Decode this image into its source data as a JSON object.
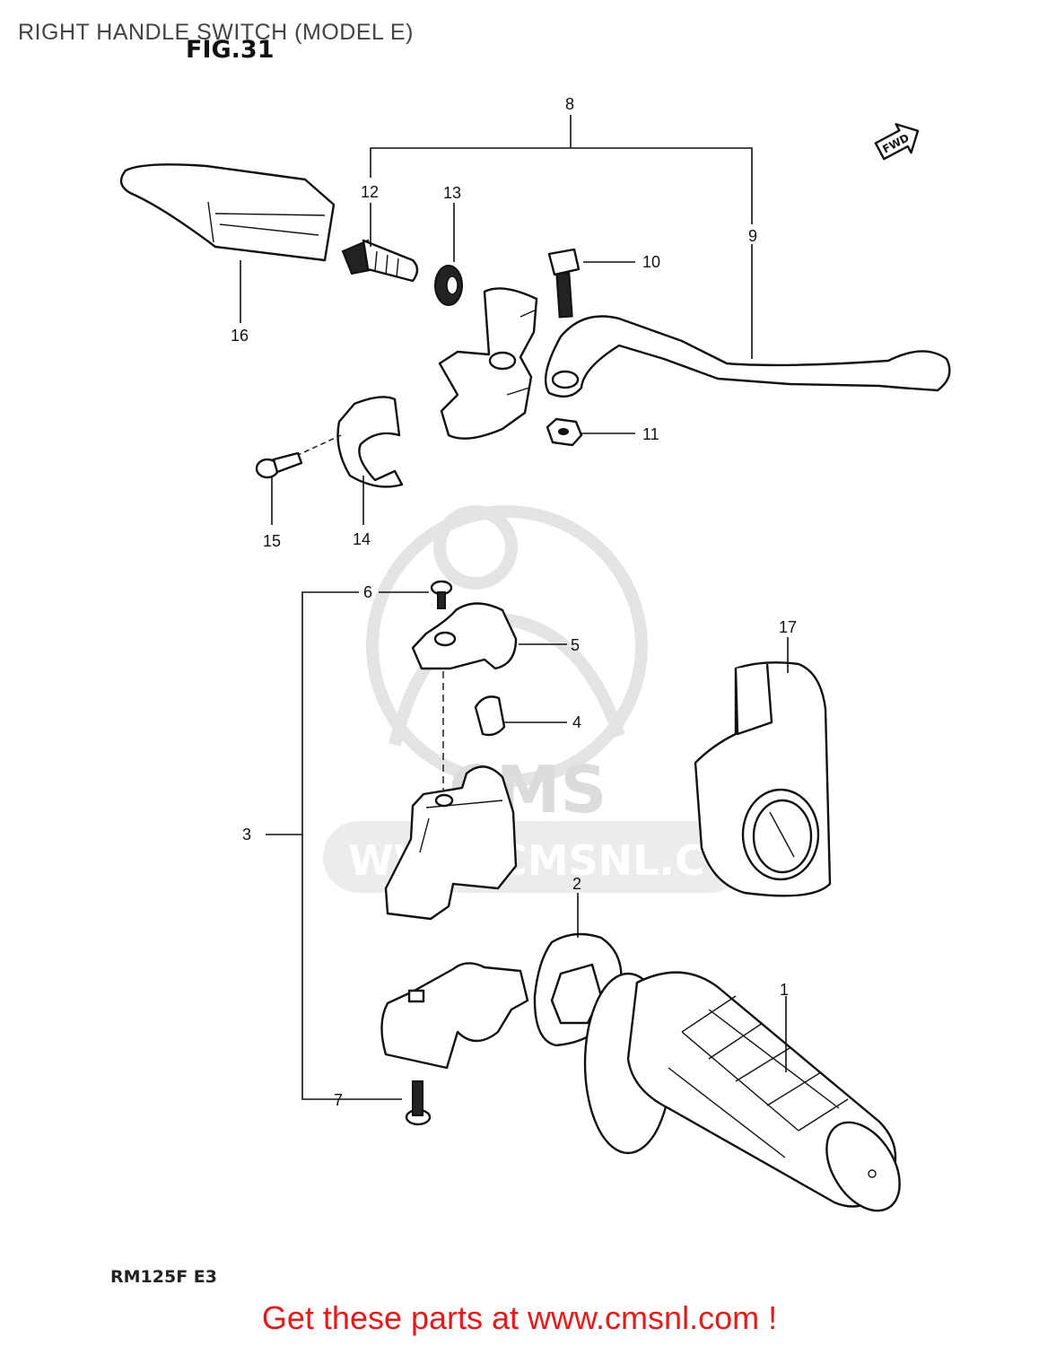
{
  "header": {
    "title": "RIGHT HANDLE SWITCH (MODEL E)",
    "figure": "FIG.31"
  },
  "diagram": {
    "direction_marker": "FWD",
    "model_code": "RM125F  E3",
    "watermark": {
      "logo_text": "CMS",
      "site_text": "WWW.CMSNL.COM"
    },
    "callouts": {
      "p1": "1",
      "p2": "2",
      "p3": "3",
      "p4": "4",
      "p5": "5",
      "p6": "6",
      "p7": "7",
      "p8": "8",
      "p9": "9",
      "p10": "10",
      "p11": "11",
      "p12": "12",
      "p13": "13",
      "p14": "14",
      "p15": "15",
      "p16": "16",
      "p17": "17"
    }
  },
  "footer": {
    "link_text": "Get these parts at www.cmsnl.com !"
  }
}
